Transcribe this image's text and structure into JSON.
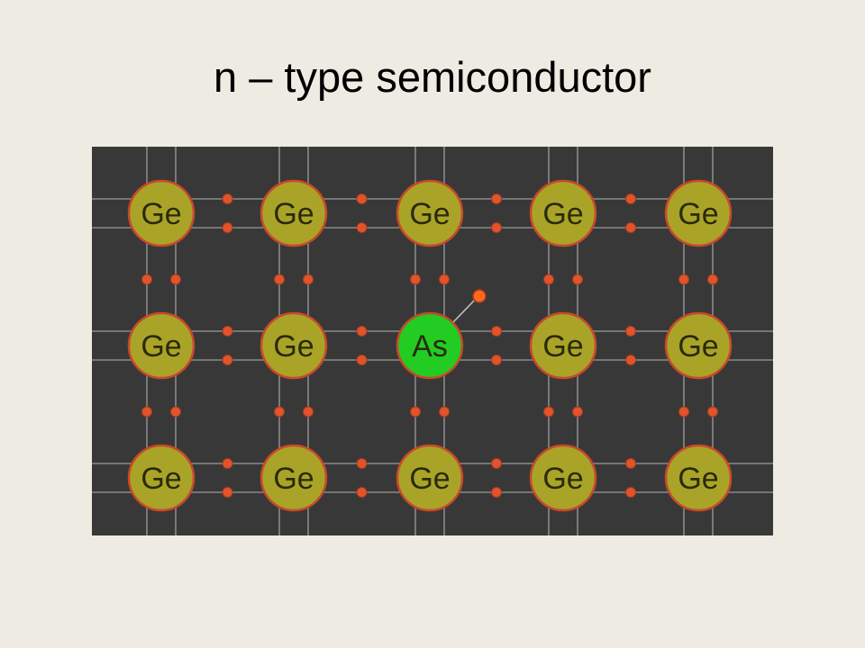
{
  "slide": {
    "title": "n – type semiconductor"
  },
  "lattice": {
    "colors": {
      "background": "#383838",
      "bond_line": "#8a8a8a",
      "ge_fill": "#a9a428",
      "ge_text": "#2a2a0a",
      "as_fill": "#22cc22",
      "atom_ring": "#c9482a",
      "electron": "#e0542c",
      "free_electron": "#ff6a1a"
    },
    "rows": [
      [
        "Ge",
        "Ge",
        "Ge",
        "Ge",
        "Ge"
      ],
      [
        "Ge",
        "Ge",
        "As",
        "Ge",
        "Ge"
      ],
      [
        "Ge",
        "Ge",
        "Ge",
        "Ge",
        "Ge"
      ]
    ],
    "dopant": "As",
    "host": "Ge"
  }
}
